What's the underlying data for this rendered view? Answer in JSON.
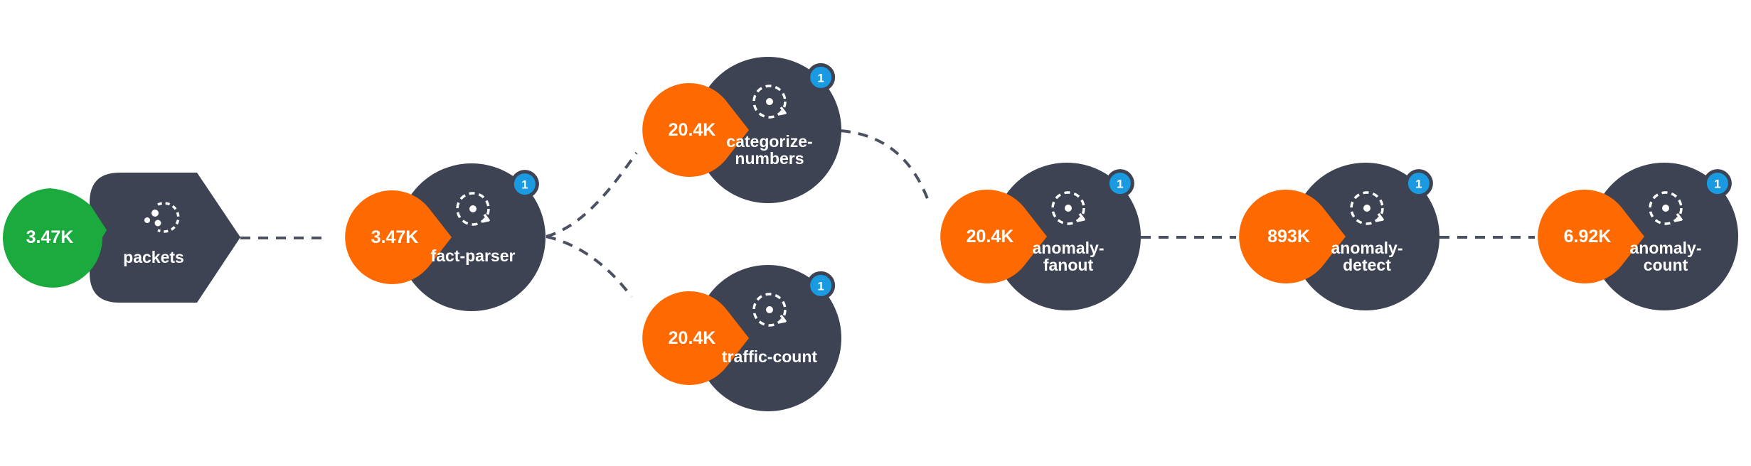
{
  "colors": {
    "node_body": "#3d4353",
    "metric_source": "#1aaa3d",
    "metric_processor": "#ff6a00",
    "badge": "#1a9ae0",
    "edge": "#4b5160"
  },
  "source": {
    "name": "packets",
    "metric": "3.47K",
    "icon": "source-dots-icon"
  },
  "processors": [
    {
      "id": "fact-parser",
      "label_lines": [
        "fact-parser"
      ],
      "metric": "3.47K",
      "badge": "1",
      "icon": "processor-cycle-icon"
    },
    {
      "id": "categorize-numbers",
      "label_lines": [
        "categorize-",
        "numbers"
      ],
      "metric": "20.4K",
      "badge": "1",
      "icon": "processor-cycle-icon"
    },
    {
      "id": "traffic-count",
      "label_lines": [
        "traffic-count"
      ],
      "metric": "20.4K",
      "badge": "1",
      "icon": "processor-cycle-icon"
    },
    {
      "id": "anomaly-fanout",
      "label_lines": [
        "anomaly-",
        "fanout"
      ],
      "metric": "20.4K",
      "badge": "1",
      "icon": "processor-cycle-icon"
    },
    {
      "id": "anomaly-detect",
      "label_lines": [
        "anomaly-",
        "detect"
      ],
      "metric": "893K",
      "badge": "1",
      "icon": "processor-cycle-icon"
    },
    {
      "id": "anomaly-count",
      "label_lines": [
        "anomaly-",
        "count"
      ],
      "metric": "6.92K",
      "badge": "1",
      "icon": "processor-cycle-icon"
    }
  ],
  "edges": [
    {
      "from": "packets",
      "to": "fact-parser"
    },
    {
      "from": "fact-parser",
      "to": "categorize-numbers"
    },
    {
      "from": "fact-parser",
      "to": "traffic-count"
    },
    {
      "from": "categorize-numbers",
      "to": "anomaly-fanout"
    },
    {
      "from": "anomaly-fanout",
      "to": "anomaly-detect"
    },
    {
      "from": "anomaly-detect",
      "to": "anomaly-count"
    }
  ]
}
